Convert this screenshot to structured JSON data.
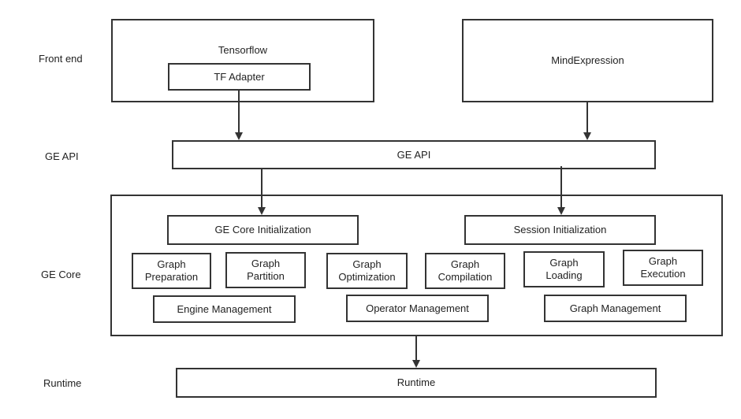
{
  "layers": {
    "front_end": "Front end",
    "ge_api": "GE API",
    "ge_core": "GE Core",
    "runtime": "Runtime"
  },
  "front_end": {
    "tensorflow": "Tensorflow",
    "tf_adapter": "TF Adapter",
    "mindexpression": "MindExpression"
  },
  "ge_api": {
    "label": "GE API"
  },
  "ge_core": {
    "core_init": "GE Core Initialization",
    "session_init": "Session Initialization",
    "modules": [
      {
        "line1": "Graph",
        "line2": "Preparation"
      },
      {
        "line1": "Graph",
        "line2": "Partition"
      },
      {
        "line1": "Graph",
        "line2": "Optimization"
      },
      {
        "line1": "Graph",
        "line2": "Compilation"
      },
      {
        "line1": "Graph",
        "line2": "Loading"
      },
      {
        "line1": "Graph",
        "line2": "Execution"
      }
    ],
    "management": [
      "Engine Management",
      "Operator Management",
      "Graph Management"
    ]
  },
  "runtime": {
    "label": "Runtime"
  },
  "colors": {
    "stroke": "#333333",
    "background": "#ffffff"
  }
}
